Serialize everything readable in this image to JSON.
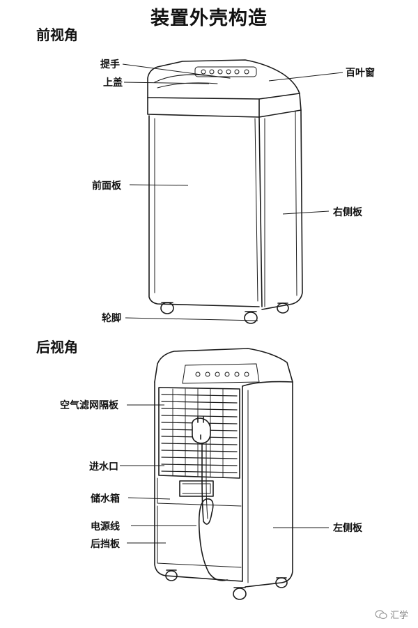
{
  "title": "装置外壳构造",
  "front": {
    "heading": "前视角",
    "labels": {
      "handle": "提手",
      "top_cover": "上盖",
      "louver": "百叶窗",
      "front_panel": "前面板",
      "right_panel": "右侧板",
      "casters": "轮脚"
    }
  },
  "back": {
    "heading": "后视角",
    "labels": {
      "air_filter_grille": "空气滤网隔板",
      "water_inlet": "进水口",
      "water_tank": "储水箱",
      "power_cord": "电源线",
      "rear_baffle": "后挡板",
      "left_panel": "左侧板"
    }
  },
  "watermark": "汇学"
}
